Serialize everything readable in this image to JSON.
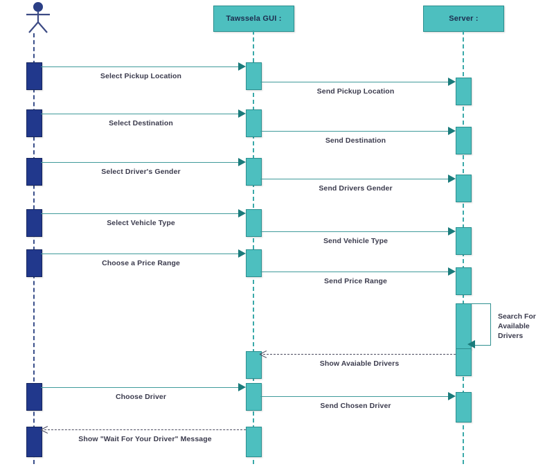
{
  "diagram": {
    "type": "uml-sequence-diagram",
    "background": "#ffffff",
    "colors": {
      "participant_fill": "#4dbfbf",
      "participant_border": "#2b8f8f",
      "actor_activation": "#21388c",
      "message_line": "#3f9a9a",
      "return_line": "#4a4a5e",
      "label_text": "#3b3b4d",
      "lifeline_actor": "#3a4f8a",
      "lifeline_teal": "#3aa9a9"
    }
  },
  "participants": [
    {
      "id": "actor",
      "label": "",
      "kind": "actor",
      "icon": "stick-figure-actor-icon"
    },
    {
      "id": "gui",
      "label": "Tawssela GUI :",
      "kind": "object"
    },
    {
      "id": "server",
      "label": "Server :",
      "kind": "object"
    }
  ],
  "messages": [
    {
      "index": 1,
      "label": "Select Pickup Location",
      "from": "actor",
      "to": "gui",
      "style": "solid",
      "direction": "right"
    },
    {
      "index": 2,
      "label": "Send Pickup Location",
      "from": "gui",
      "to": "server",
      "style": "solid",
      "direction": "right"
    },
    {
      "index": 3,
      "label": "Select Destination",
      "from": "actor",
      "to": "gui",
      "style": "solid",
      "direction": "right"
    },
    {
      "index": 4,
      "label": "Send Destination",
      "from": "gui",
      "to": "server",
      "style": "solid",
      "direction": "right"
    },
    {
      "index": 5,
      "label": "Select Driver's Gender",
      "from": "actor",
      "to": "gui",
      "style": "solid",
      "direction": "right"
    },
    {
      "index": 6,
      "label": "Send Drivers Gender",
      "from": "gui",
      "to": "server",
      "style": "solid",
      "direction": "right"
    },
    {
      "index": 7,
      "label": "Select Vehicle Type",
      "from": "actor",
      "to": "gui",
      "style": "solid",
      "direction": "right"
    },
    {
      "index": 8,
      "label": "Send Vehicle Type",
      "from": "gui",
      "to": "server",
      "style": "solid",
      "direction": "right"
    },
    {
      "index": 9,
      "label": "Choose a Price Range",
      "from": "actor",
      "to": "gui",
      "style": "solid",
      "direction": "right"
    },
    {
      "index": 10,
      "label": "Send Price Range",
      "from": "gui",
      "to": "server",
      "style": "solid",
      "direction": "right"
    },
    {
      "index": 11,
      "label": "Search For Available Drivers",
      "from": "server",
      "to": "server",
      "style": "solid",
      "direction": "self"
    },
    {
      "index": 12,
      "label": "Show Avaiable Drivers",
      "from": "server",
      "to": "gui",
      "style": "dashed",
      "direction": "left"
    },
    {
      "index": 13,
      "label": "Choose Driver",
      "from": "actor",
      "to": "gui",
      "style": "solid",
      "direction": "right"
    },
    {
      "index": 14,
      "label": "Send Chosen Driver",
      "from": "gui",
      "to": "server",
      "style": "solid",
      "direction": "right"
    },
    {
      "index": 15,
      "label": "Show \"Wait For Your Driver\" Message",
      "from": "gui",
      "to": "actor",
      "style": "dashed",
      "direction": "left"
    }
  ],
  "self_message": {
    "label_line_1": "Search For",
    "label_line_2": "Available",
    "label_line_3": "Drivers"
  }
}
